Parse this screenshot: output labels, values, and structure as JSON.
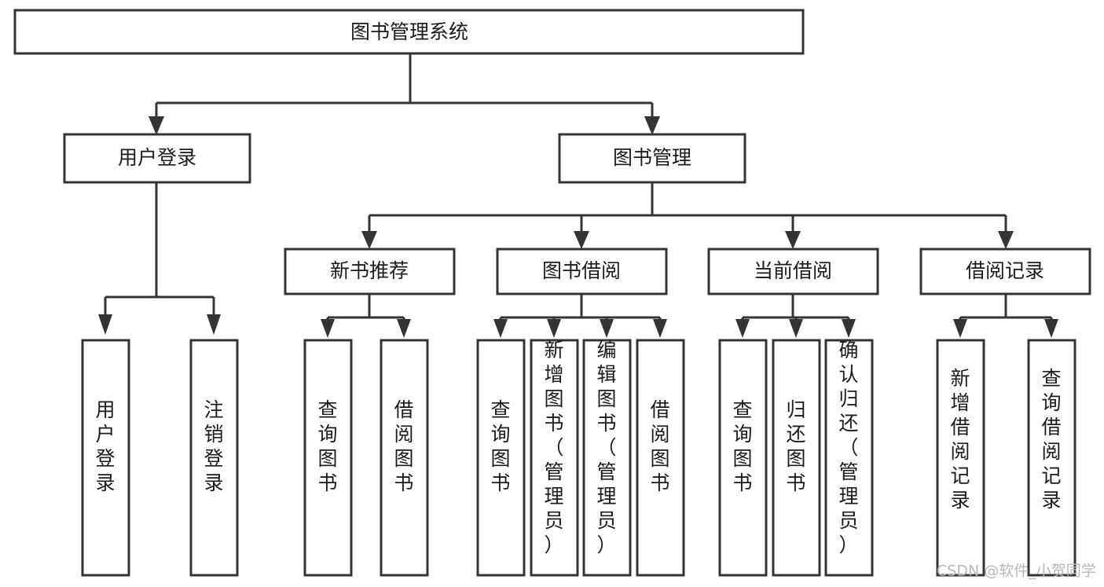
{
  "diagram": {
    "title": "图书管理系统",
    "type": "tree-hierarchy-chart",
    "watermark": "CSDN @软件_小贺同学",
    "colors": {
      "stroke": "#343434",
      "fill": "#ffffff",
      "text": "#1b1b1b",
      "watermark": "#b8b8b8"
    },
    "nodes": {
      "root": {
        "label": "图书管理系统",
        "orientation": "horizontal"
      },
      "level2": [
        {
          "id": "user-login",
          "label": "用户登录",
          "orientation": "horizontal"
        },
        {
          "id": "book-manage",
          "label": "图书管理",
          "orientation": "horizontal"
        }
      ],
      "level3": [
        {
          "id": "new-book-rec",
          "label": "新书推荐",
          "orientation": "horizontal",
          "parent": "book-manage"
        },
        {
          "id": "book-borrow",
          "label": "图书借阅",
          "orientation": "horizontal",
          "parent": "book-manage"
        },
        {
          "id": "current-borrow",
          "label": "当前借阅",
          "orientation": "horizontal",
          "parent": "book-manage"
        },
        {
          "id": "borrow-record",
          "label": "借阅记录",
          "orientation": "horizontal",
          "parent": "book-manage"
        }
      ],
      "leaves": [
        {
          "id": "leaf-user-login",
          "label": "用户登录",
          "orientation": "vertical",
          "parent": "user-login"
        },
        {
          "id": "leaf-user-logout",
          "label": "注销登录",
          "orientation": "vertical",
          "parent": "user-login"
        },
        {
          "id": "leaf-query-book-1",
          "label": "查询图书",
          "orientation": "vertical",
          "parent": "new-book-rec"
        },
        {
          "id": "leaf-borrow-book-1",
          "label": "借阅图书",
          "orientation": "vertical",
          "parent": "new-book-rec"
        },
        {
          "id": "leaf-query-book-2",
          "label": "查询图书",
          "orientation": "vertical",
          "parent": "book-borrow"
        },
        {
          "id": "leaf-add-book",
          "label": "新增图书（管理员）",
          "orientation": "vertical",
          "parent": "book-borrow"
        },
        {
          "id": "leaf-edit-book",
          "label": "编辑图书（管理员）",
          "orientation": "vertical",
          "parent": "book-borrow"
        },
        {
          "id": "leaf-borrow-book-2",
          "label": "借阅图书",
          "orientation": "vertical",
          "parent": "book-borrow"
        },
        {
          "id": "leaf-query-book-3",
          "label": "查询图书",
          "orientation": "vertical",
          "parent": "current-borrow"
        },
        {
          "id": "leaf-return-book",
          "label": "归还图书",
          "orientation": "vertical",
          "parent": "current-borrow"
        },
        {
          "id": "leaf-confirm-return",
          "label": "确认归还（管理员）",
          "orientation": "vertical",
          "parent": "current-borrow"
        },
        {
          "id": "leaf-add-record",
          "label": "新增借阅记录",
          "orientation": "vertical",
          "parent": "borrow-record"
        },
        {
          "id": "leaf-query-record",
          "label": "查询借阅记录",
          "orientation": "vertical",
          "parent": "borrow-record"
        }
      ]
    }
  }
}
